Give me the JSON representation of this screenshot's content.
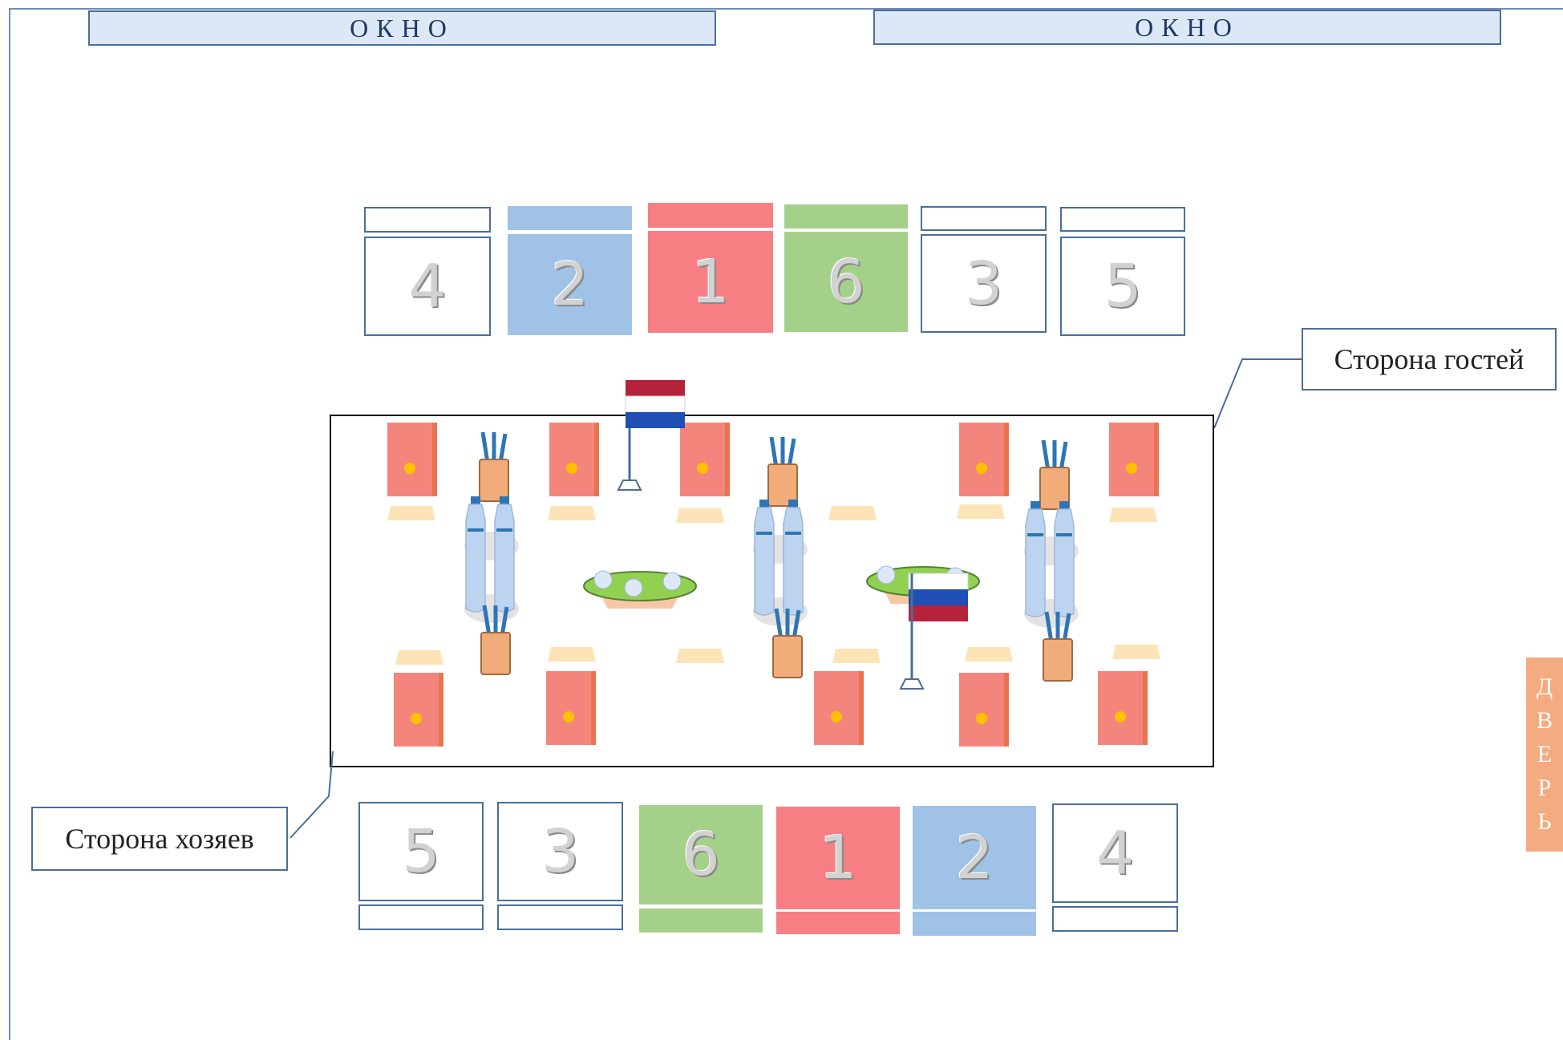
{
  "windows": [
    "ОКНО",
    "ОКНО"
  ],
  "guest_side": {
    "label": "Сторона гостей",
    "seats": [
      {
        "number": "4",
        "color": "white"
      },
      {
        "number": "2",
        "color": "#9fc2e6"
      },
      {
        "number": "1",
        "color": "#f77f83"
      },
      {
        "number": "6",
        "color": "#a5d08a"
      },
      {
        "number": "3",
        "color": "white"
      },
      {
        "number": "5",
        "color": "white"
      }
    ]
  },
  "host_side": {
    "label": "Сторона хозяев",
    "seats": [
      {
        "number": "5",
        "color": "white"
      },
      {
        "number": "3",
        "color": "white"
      },
      {
        "number": "6",
        "color": "#a5d08a"
      },
      {
        "number": "1",
        "color": "#f77f83"
      },
      {
        "number": "2",
        "color": "#9fc2e6"
      },
      {
        "number": "4",
        "color": "white"
      }
    ]
  },
  "door": [
    "Д",
    "В",
    "Е",
    "Р",
    "Ь"
  ],
  "colors": {
    "wall": "#6f8bb3",
    "door": "#f4ab7f",
    "folder": "#f4857d",
    "cup": "#f2ac7a",
    "bottle": "#bcd4ef"
  }
}
